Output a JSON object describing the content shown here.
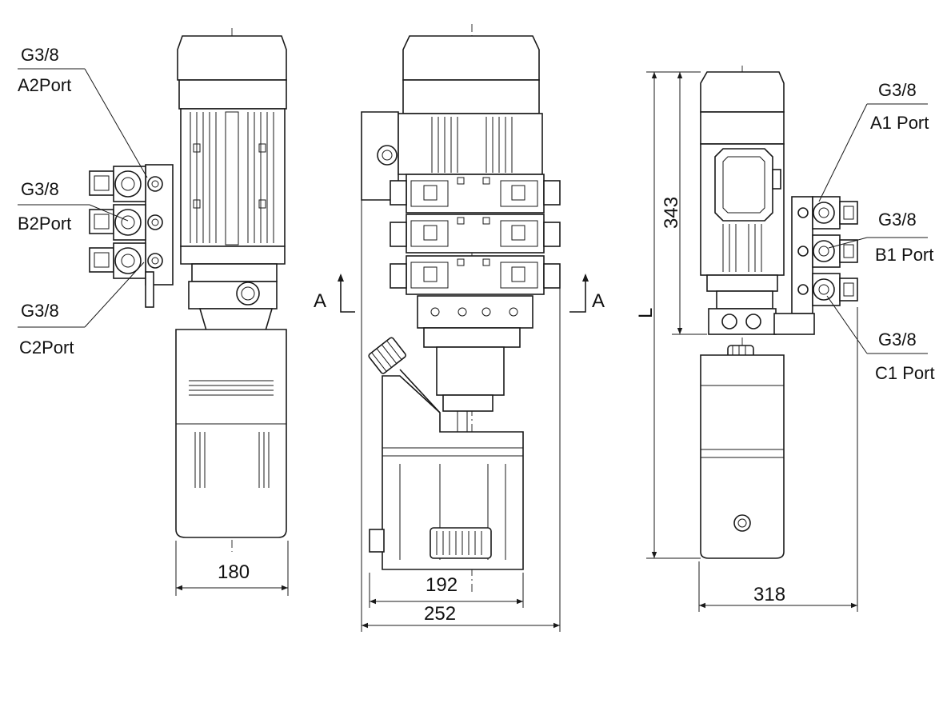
{
  "views": {
    "left": {
      "ports": [
        {
          "size": "G3/8",
          "name": "A2Port"
        },
        {
          "size": "G3/8",
          "name": "B2Port"
        },
        {
          "size": "G3/8",
          "name": "C2Port"
        }
      ],
      "width_dim": "180"
    },
    "front": {
      "section_mark": "A",
      "dims": {
        "inner": "192",
        "outer": "252"
      }
    },
    "right": {
      "ports": [
        {
          "size": "G3/8",
          "name": "A1 Port"
        },
        {
          "size": "G3/8",
          "name": "B1 Port"
        },
        {
          "size": "G3/8",
          "name": "C1 Port"
        }
      ],
      "height_dim": "343",
      "length_dim": "L",
      "width_dim": "318"
    }
  }
}
